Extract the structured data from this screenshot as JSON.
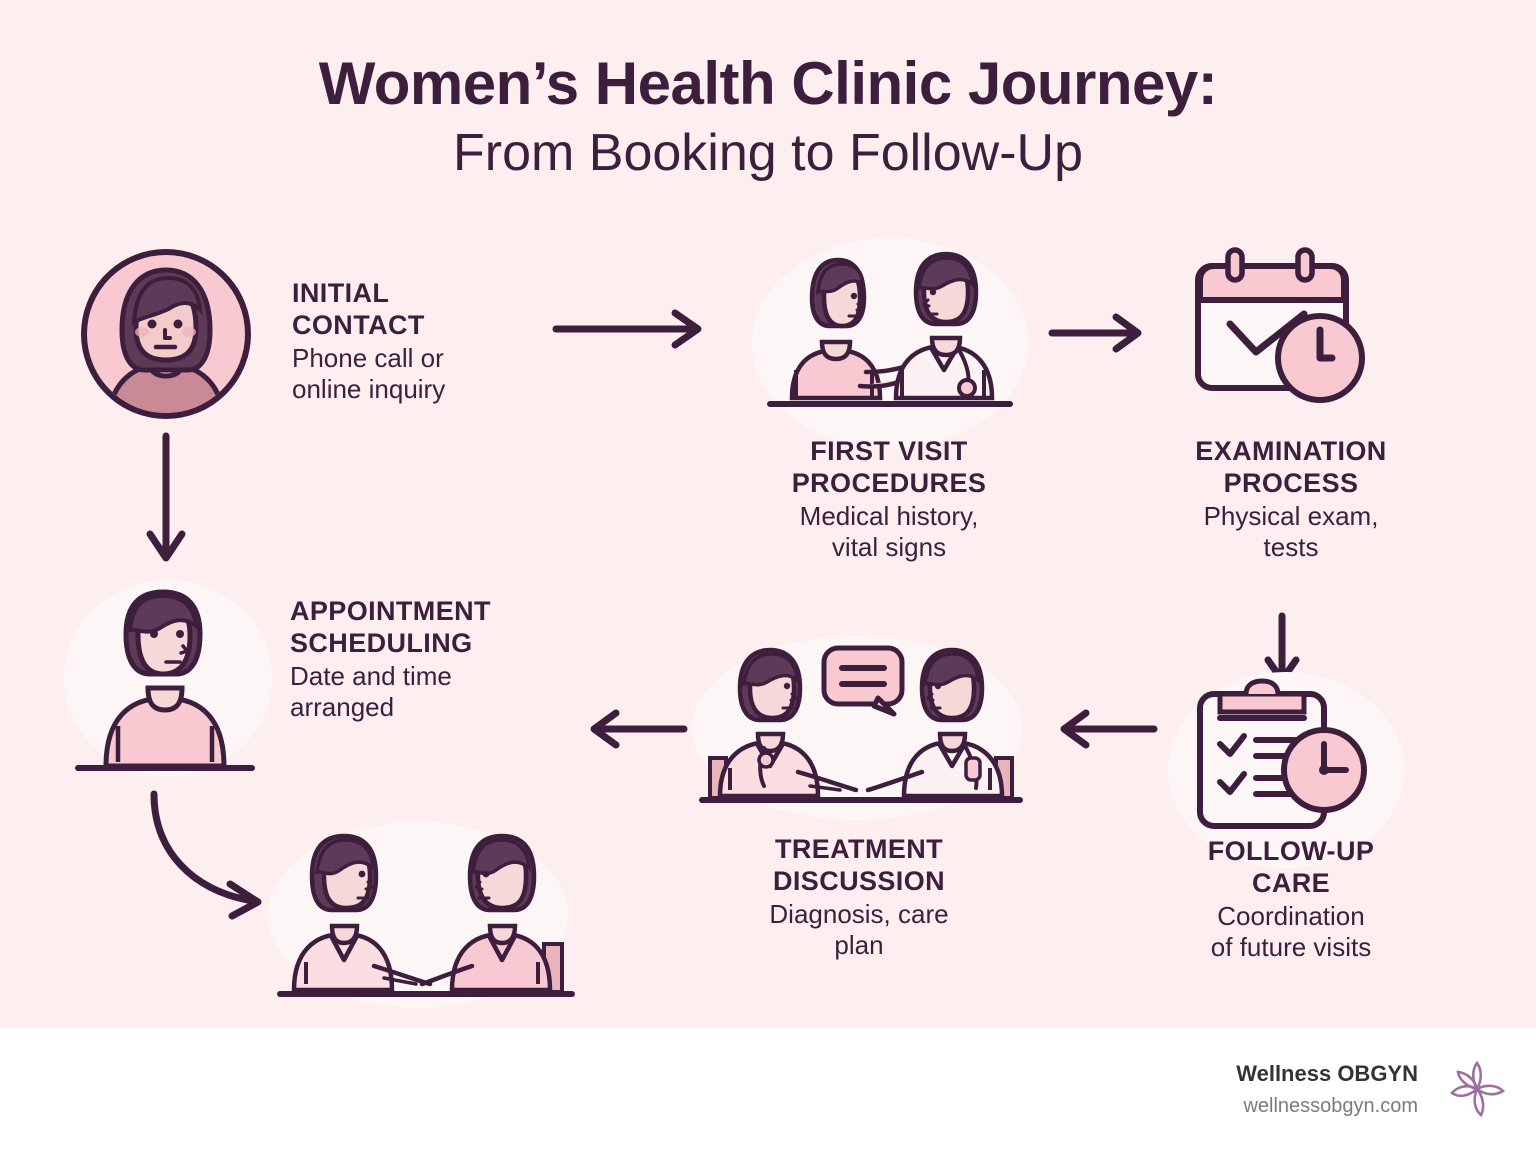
{
  "title": {
    "line1": "Women’s Health Clinic Journey:",
    "line2": "From Booking to Follow-Up"
  },
  "colors": {
    "background": "#fdeef0",
    "footer_background": "#ffffff",
    "ink": "#3d1f3d",
    "pink_fill": "#f8c9d0",
    "pink_light": "#fbdde2",
    "skin": "#f9dcdc",
    "hair": "#5d3a57",
    "white_coat": "#fdf2f3",
    "halo": "#fdf6f7",
    "brand_name": "#333333",
    "brand_url": "#7b7b7b",
    "logo_purple": "#9b6fa0"
  },
  "steps": [
    {
      "id": "initial-contact",
      "heading": "INITIAL\nCONTACT",
      "heading_lines": [
        "INITIAL",
        "CONTACT"
      ],
      "sub_lines": [
        "Phone call or",
        "online inquiry"
      ],
      "icon": "woman-portrait-circle-icon"
    },
    {
      "id": "first-visit-procedures",
      "heading_lines": [
        "FIRST VISIT",
        "PROCEDURES"
      ],
      "sub_lines": [
        "Medical history,",
        "vital signs"
      ],
      "icon": "patient-and-doctor-consult-icon"
    },
    {
      "id": "examination-process",
      "heading_lines": [
        "EXAMINATION",
        "PROCESS"
      ],
      "sub_lines": [
        "Physical exam,",
        "tests"
      ],
      "icon": "calendar-check-clock-icon"
    },
    {
      "id": "follow-up-care",
      "heading_lines": [
        "FOLLOW-UP",
        "CARE"
      ],
      "sub_lines": [
        "Coordination",
        "of future visits"
      ],
      "icon": "clipboard-checklist-clock-icon"
    },
    {
      "id": "treatment-discussion",
      "heading_lines": [
        "TREATMENT",
        "DISCUSSION"
      ],
      "sub_lines": [
        "Diagnosis, care",
        "plan"
      ],
      "icon": "two-women-talking-speech-bubble-icon"
    },
    {
      "id": "appointment-scheduling",
      "heading_lines": [
        "APPOINTMENT",
        "SCHEDULING"
      ],
      "sub_lines": [
        "Date and time",
        "arranged"
      ],
      "icon": "woman-at-desk-icon"
    }
  ],
  "final_illustration": {
    "id": "two-women-at-table",
    "icon": "two-women-at-table-icon"
  },
  "arrows": [
    {
      "id": "arrow-initial-to-firstvisit",
      "direction": "right"
    },
    {
      "id": "arrow-firstvisit-to-examination",
      "direction": "right"
    },
    {
      "id": "arrow-initial-to-appointment",
      "direction": "down"
    },
    {
      "id": "arrow-examination-to-followup",
      "direction": "down"
    },
    {
      "id": "arrow-followup-to-treatment",
      "direction": "left"
    },
    {
      "id": "arrow-treatment-to-appointment",
      "direction": "left"
    },
    {
      "id": "arrow-appointment-to-final",
      "direction": "curve-down-right"
    }
  ],
  "footer": {
    "brand_name": "Wellness OBGYN",
    "brand_url": "wellnessobgyn.com",
    "logo": "flower-logo-icon"
  }
}
